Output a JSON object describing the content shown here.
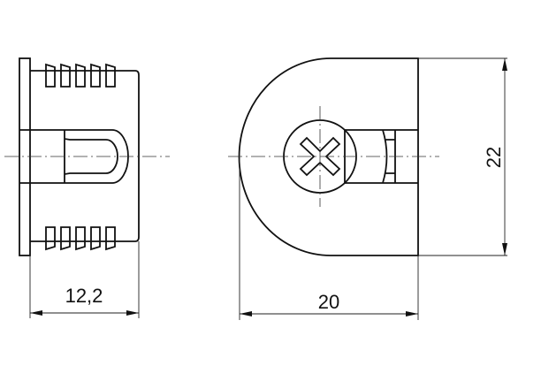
{
  "dimensions": {
    "side_view_width": "12,2",
    "front_view_width": "20",
    "front_view_height": "22"
  }
}
